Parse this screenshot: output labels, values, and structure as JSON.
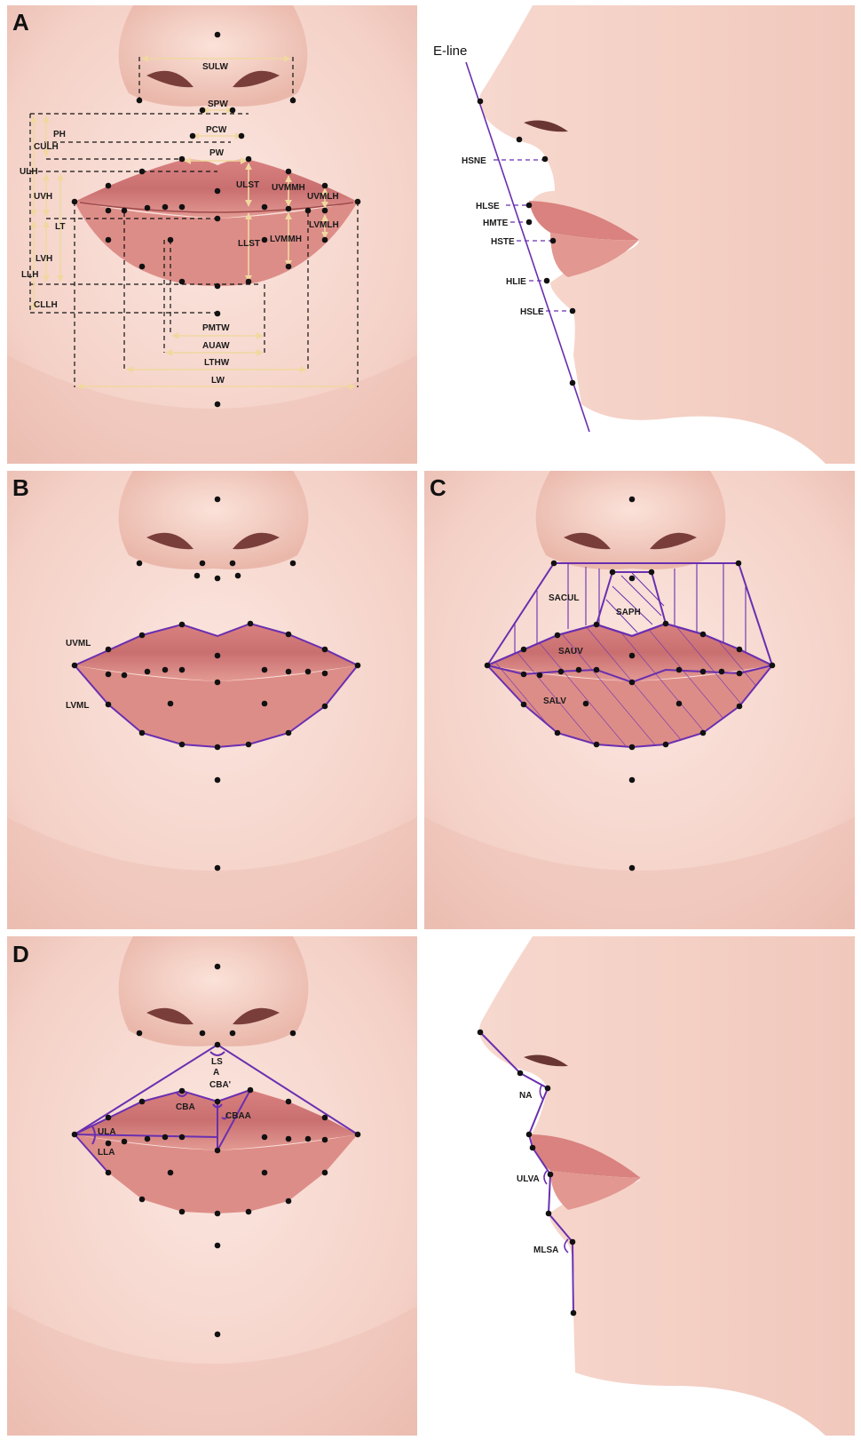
{
  "panels": {
    "A": "A",
    "B": "B",
    "C": "C",
    "D": "D"
  },
  "panelA": {
    "labels": {
      "sulw": "SULW",
      "spw": "SPW",
      "pcw": "PCW",
      "pw": "PW",
      "ph": "PH",
      "culh": "CULH",
      "ulh": "ULH",
      "uvh": "UVH",
      "lt": "LT",
      "lvh": "LVH",
      "llh": "LLH",
      "cllh": "CLLH",
      "ulst": "ULST",
      "uvmmh": "UVMMH",
      "uvmlh": "UVMLH",
      "llst": "LLST",
      "lvmmh": "LVMMH",
      "lvmlh": "LVMLH",
      "pmtw": "PMTW",
      "auaw": "AUAW",
      "lthw": "LTHW",
      "lw": "LW"
    }
  },
  "profileTop": {
    "eline": "E-line",
    "labels": {
      "hsne": "HSNE",
      "hlse": "HLSE",
      "hmte": "HMTE",
      "hste": "HSTE",
      "hlie": "HLIE",
      "hsle": "HSLE"
    }
  },
  "panelB": {
    "labels": {
      "uvml": "UVML",
      "lvml": "LVML"
    }
  },
  "panelC": {
    "labels": {
      "sacul": "SACUL",
      "saph": "SAPH",
      "sauv": "SAUV",
      "salv": "SALV"
    }
  },
  "panelD": {
    "labels": {
      "ls": "LS",
      "a": "A",
      "cbap": "CBA'",
      "cba": "CBA",
      "cbaa": "CBAA",
      "ula": "ULA",
      "lla": "LLA"
    }
  },
  "profileBottom": {
    "labels": {
      "na": "NA",
      "ulva": "ULVA",
      "mlsa": "MLSA"
    }
  },
  "colors": {
    "skin": "#f6d6cd",
    "lip": "#d9827f",
    "measure": "#f0d8a0",
    "annotation": "#6a2fb0",
    "landmark": "#111111"
  }
}
